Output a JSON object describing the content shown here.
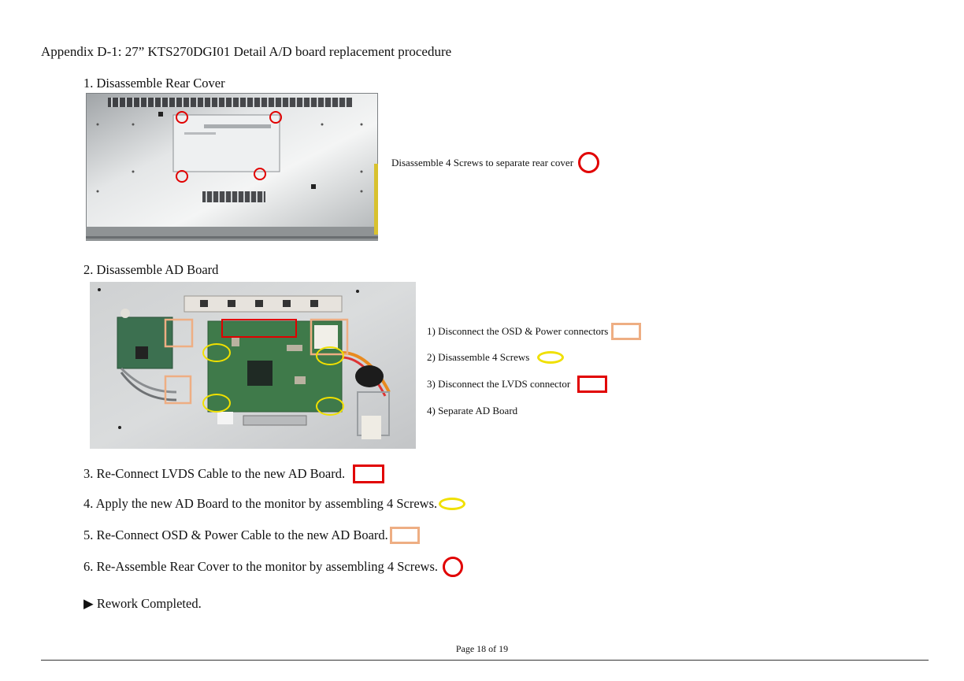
{
  "title": "Appendix D-1: 27” KTS270DGI01 Detail A/D board replacement procedure",
  "step1": {
    "heading": "1. Disassemble Rear Cover",
    "note": "Disassemble 4 Screws to separate rear cover"
  },
  "step2": {
    "heading": "2. Disassemble AD Board",
    "notes": [
      "1) Disconnect the OSD & Power connectors",
      "2) Disassemble 4 Screws",
      "3) Disconnect the LVDS connector",
      "4) Separate AD Board"
    ]
  },
  "steps": [
    "3. Re-Connect LVDS Cable to the new AD Board.",
    "4. Apply the new AD Board to the monitor by assembling 4 Screws.",
    "5. Re-Connect OSD & Power Cable to the new AD Board.",
    "6. Re-Assemble Rear Cover to the monitor by assembling 4 Screws."
  ],
  "completed": "▶ Rework Completed.",
  "footer": "Page 18 of 19",
  "colors": {
    "screw_circle": "#e10000",
    "screw_oval": "#f0e000",
    "lvds_rect": "#e10000",
    "connector_rect": "#eeae83"
  }
}
